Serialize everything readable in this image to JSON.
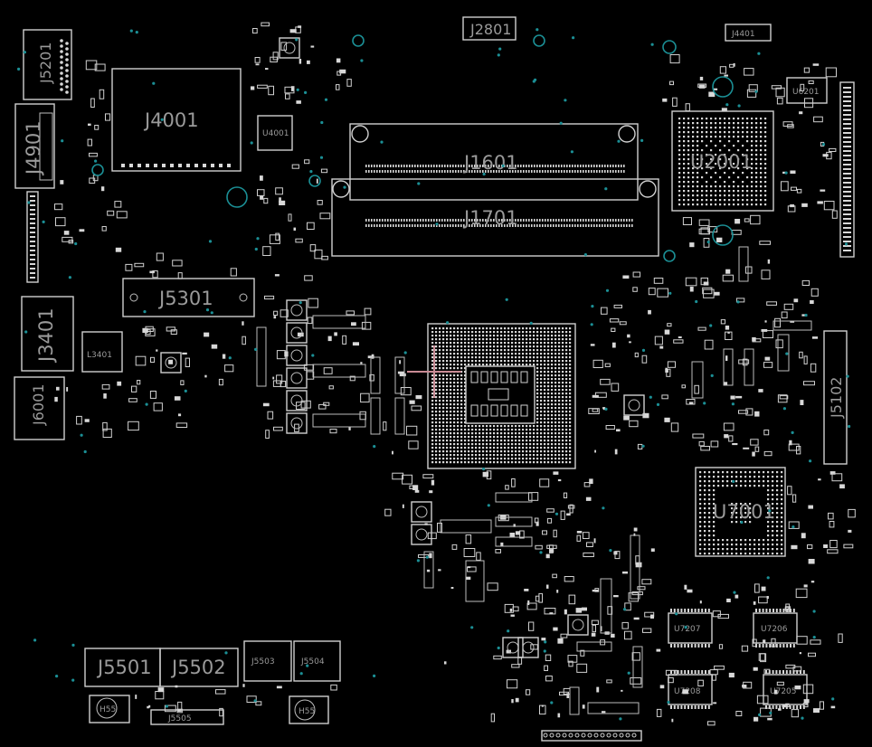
{
  "board": {
    "background": "#000000",
    "outline_color": "#cfcfcf",
    "via_color": "#1b8f95",
    "label_color": "#9a9a9a",
    "marker_color": "#c98b95"
  },
  "labels": {
    "j5201": "J5201",
    "j4901": "J4901",
    "j4001": "J4001",
    "u4001": "U4001",
    "j2801": "J2801",
    "j4401": "J4401",
    "u6201": "U6201",
    "j1601": "J1601",
    "j1701": "J1701",
    "u2001": "U2001",
    "j5301": "J5301",
    "j3401": "J3401",
    "l3401": "L3401",
    "j6001": "J6001",
    "j5102": "J5102",
    "u7001": "U7001",
    "u7207": "U7207",
    "u7206": "U7206",
    "u7208": "U7208",
    "u7205": "U7205",
    "j5501": "J5501",
    "j5502": "J5502",
    "j5503": "J5503",
    "j5504": "J5504",
    "j5505": "J5505",
    "h55a": "H55",
    "h55b": "H55"
  }
}
